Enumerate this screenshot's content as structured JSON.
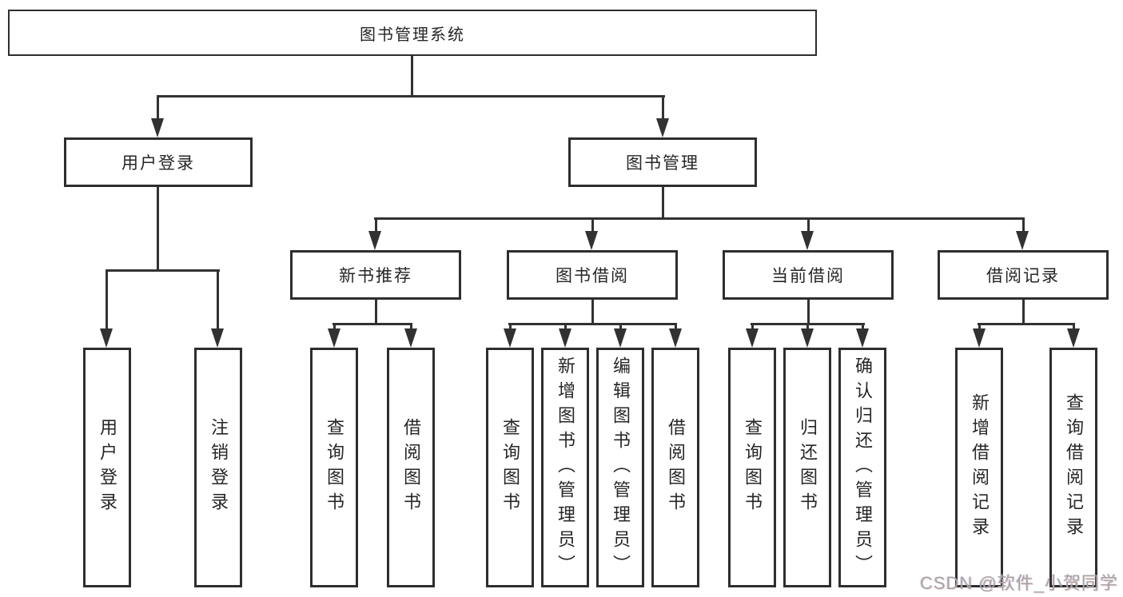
{
  "colors": {
    "background": "#ffffff",
    "line": "#323232",
    "box_border": "#2e2e2e",
    "text": "#262626",
    "watermark": "#a6a6a6"
  },
  "root": {
    "label": "图书管理系统"
  },
  "branches": [
    {
      "label": "用户登录",
      "children": [
        {
          "label": "用户登录"
        },
        {
          "label": "注销登录"
        }
      ]
    },
    {
      "label": "图书管理",
      "children": [
        {
          "label": "新书推荐",
          "children": [
            {
              "label": "查询图书"
            },
            {
              "label": "借阅图书"
            }
          ]
        },
        {
          "label": "图书借阅",
          "children": [
            {
              "label": "查询图书"
            },
            {
              "label": "新增图书（管理员）"
            },
            {
              "label": "编辑图书（管理员）"
            },
            {
              "label": "借阅图书"
            }
          ]
        },
        {
          "label": "当前借阅",
          "children": [
            {
              "label": "查询图书"
            },
            {
              "label": "归还图书"
            },
            {
              "label": "确认归还（管理员）"
            }
          ]
        },
        {
          "label": "借阅记录",
          "children": [
            {
              "label": "新增借阅记录"
            },
            {
              "label": "查询借阅记录"
            }
          ]
        }
      ]
    }
  ],
  "watermark": {
    "text": "CSDN @软件_小贺同学"
  }
}
